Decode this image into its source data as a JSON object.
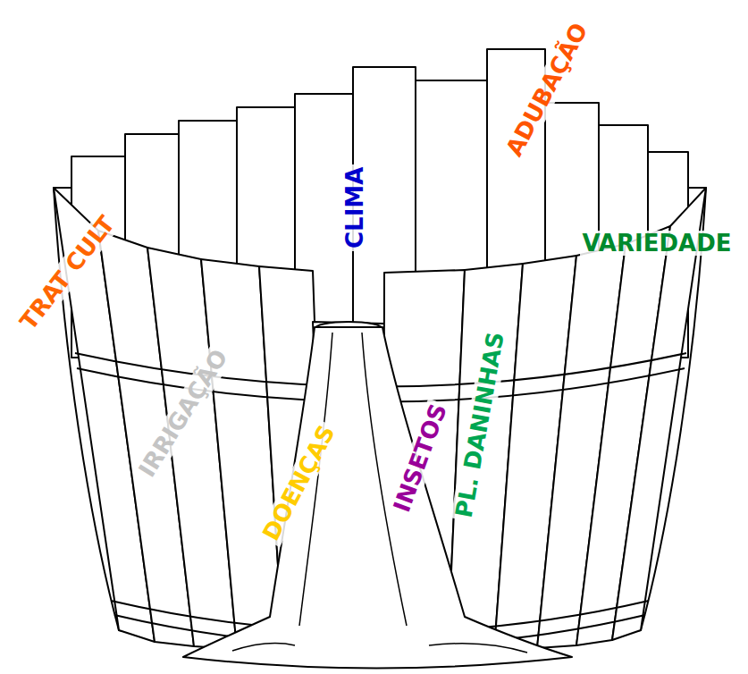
{
  "diagram": {
    "labels": [
      "TRAT CULT",
      "IRRIGAÇÃO",
      "CLIMA",
      "ADUBAÇÃO",
      "VARIEDADE",
      "DOENÇAS",
      "INSETOS",
      "PL. DANINHAS"
    ]
  }
}
